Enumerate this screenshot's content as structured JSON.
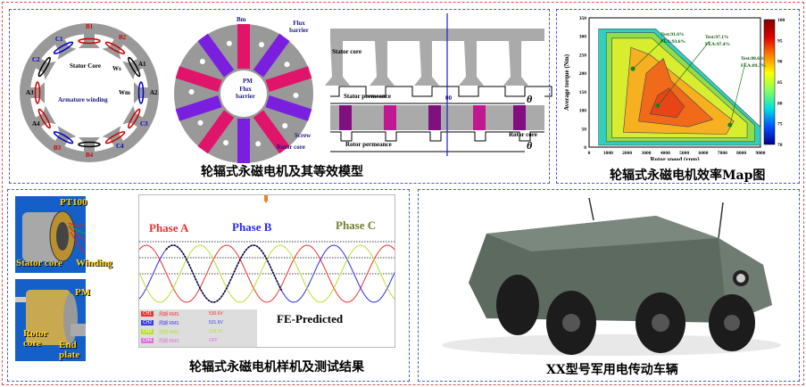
{
  "captions": {
    "model": "轮辐式永磁电机及其等效模型",
    "map": "轮辐式永磁电机效率Map图",
    "prototype": "轮辐式永磁电机样机及测试结果",
    "vehicle": "XX型号军用电传动车辆"
  },
  "stator_diagram": {
    "labels": {
      "B1": "B1",
      "B2": "B2",
      "B3": "B3",
      "B4": "B4",
      "C1": "C1",
      "C2": "C2",
      "C3": "C3",
      "C4": "C4",
      "A1": "A1",
      "A2": "A2",
      "A3": "A3",
      "A4": "A4",
      "stator_core": "Stator Core",
      "armature_winding": "Armature winding",
      "ws": "Ws",
      "wm": "Wm"
    }
  },
  "rotor_diagram": {
    "labels": {
      "bm": "Bm",
      "flux_barrier_top": "Flux barrier",
      "pm": "PM",
      "flux_barrier_center": "Flux barrier",
      "screw": "Screw",
      "rotor_core": "Rotor core"
    }
  },
  "linear_model": {
    "labels": {
      "stator_core": "Stator core",
      "stator_permeance": "Stator permeance",
      "rotor_core": "Rotor core",
      "rotor_permeance": "Rotor permeance",
      "theta": "θ",
      "theta0": "θ0"
    }
  },
  "chart_data": {
    "type": "heatmap",
    "title": "",
    "xlabel": "Rotor speed (rpm)",
    "ylabel": "Average torque (Nm)",
    "xlim": [
      0,
      9000
    ],
    "ylim": [
      0,
      350
    ],
    "xticks": [
      "0",
      "1000",
      "2000",
      "3000",
      "4000",
      "5000",
      "6000",
      "7000",
      "8000",
      "9000"
    ],
    "yticks": [
      "0",
      "50",
      "100",
      "150",
      "200",
      "250",
      "300",
      "350"
    ],
    "colorbar": {
      "min": 70,
      "max": 100,
      "ticks": [
        "70",
        "75",
        "80",
        "85",
        "90",
        "95",
        "100"
      ]
    },
    "regions": [
      {
        "level": 84,
        "color": "#2fd0c0",
        "points": [
          [
            500,
            5
          ],
          [
            500,
            320
          ],
          [
            3500,
            320
          ],
          [
            9000,
            55
          ],
          [
            9000,
            5
          ]
        ]
      },
      {
        "level": 88,
        "color": "#8ee04a",
        "points": [
          [
            900,
            15
          ],
          [
            900,
            310
          ],
          [
            3400,
            310
          ],
          [
            8700,
            60
          ],
          [
            8700,
            15
          ]
        ]
      },
      {
        "level": 90,
        "color": "#d8ec30",
        "points": [
          [
            1200,
            25
          ],
          [
            1200,
            295
          ],
          [
            3300,
            295
          ],
          [
            8300,
            65
          ],
          [
            8300,
            25
          ]
        ]
      },
      {
        "level": 92,
        "color": "#f6b020",
        "points": [
          [
            1800,
            40
          ],
          [
            2200,
            270
          ],
          [
            3200,
            250
          ],
          [
            7600,
            70
          ],
          [
            7200,
            35
          ]
        ]
      },
      {
        "level": 94,
        "color": "#f06a1a",
        "points": [
          [
            2600,
            70
          ],
          [
            3000,
            200
          ],
          [
            3900,
            240
          ],
          [
            4300,
            180
          ],
          [
            6500,
            75
          ],
          [
            5200,
            55
          ]
        ]
      },
      {
        "level": 96,
        "color": "#e84418",
        "points": [
          [
            3200,
            90
          ],
          [
            3600,
            140
          ],
          [
            4200,
            160
          ],
          [
            5000,
            110
          ],
          [
            4600,
            80
          ]
        ]
      }
    ],
    "points": [
      {
        "speed": 2300,
        "torque": 212,
        "test": "Test:91.6%",
        "fea": "FEA:93.6%"
      },
      {
        "speed": 3600,
        "torque": 112,
        "test": "Test:97.1%",
        "fea": "FEA:97.4%"
      },
      {
        "speed": 7400,
        "torque": 60,
        "test": "Test:88.6%",
        "fea": "FEA:89.3%"
      }
    ]
  },
  "oscilloscope": {
    "phase_labels": {
      "a": "Phase A",
      "b": "Phase B",
      "c": "Phase C",
      "fe": "FE-Predicted"
    },
    "colors": {
      "a": "#f03030",
      "b": "#2a2ae8",
      "c": "#b8e030",
      "fe": "#000000"
    },
    "cycles": 3.2,
    "channels": [
      {
        "name": "CH1",
        "measure": "周期 RMS",
        "value": "530.6V",
        "color": "#f03030"
      },
      {
        "name": "CH2",
        "measure": "周期 RMS",
        "value": "531.6V",
        "color": "#3a3ae8"
      },
      {
        "name": "CH3",
        "measure": "周期 RMS",
        "value": "528.3V",
        "color": "#b8e030"
      },
      {
        "name": "CH4",
        "measure": "周期 RMS",
        "value": "OFF",
        "color": "#e070e0"
      }
    ]
  },
  "photos": {
    "pt100": "PT100",
    "winding": "Winding",
    "stator_core": "Stator core",
    "pm": "PM",
    "rotor_core": "Rotor\ncore",
    "end_plate": "End\nplate"
  }
}
